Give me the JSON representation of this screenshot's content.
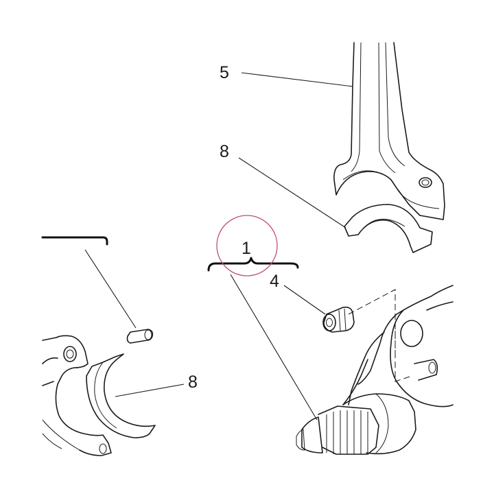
{
  "callouts": {
    "connecting_rod": "5",
    "bearing_shell_upper": "8",
    "crankshaft_assembly": "1",
    "plug": "4",
    "bearing_shell_lower": "8"
  },
  "colors": {
    "line": "#1a1a1a",
    "highlight_circle": "#c0506a",
    "background": "#ffffff"
  }
}
